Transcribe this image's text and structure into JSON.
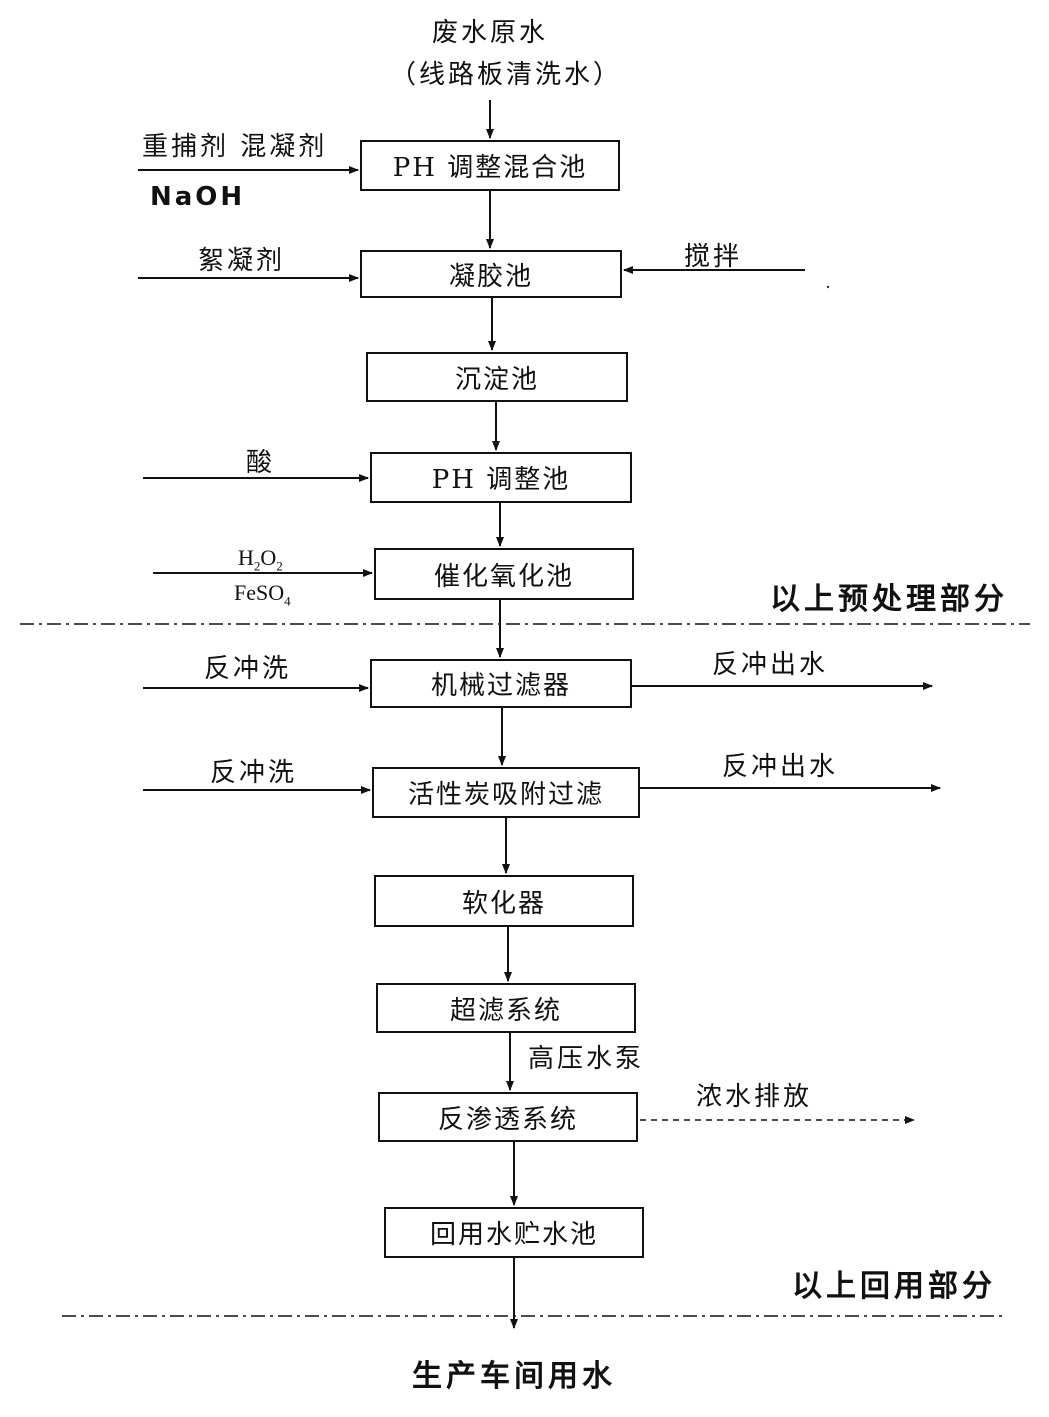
{
  "diagram": {
    "source_line1": "废水原水",
    "source_line2": "（线路板清洗水）",
    "nodes": [
      {
        "id": "ph-mix",
        "label": "PH 调整混合池"
      },
      {
        "id": "gel",
        "label": "凝胶池"
      },
      {
        "id": "settle",
        "label": "沉淀池"
      },
      {
        "id": "ph-adjust",
        "label": "PH 调整池"
      },
      {
        "id": "cat-ox",
        "label": "催化氧化池"
      },
      {
        "id": "mech-filter",
        "label": "机械过滤器"
      },
      {
        "id": "carbon",
        "label": "活性炭吸附过滤"
      },
      {
        "id": "softener",
        "label": "软化器"
      },
      {
        "id": "uf",
        "label": "超滤系统"
      },
      {
        "id": "ro",
        "label": "反渗透系统"
      },
      {
        "id": "tank",
        "label": "回用水贮水池"
      }
    ],
    "inputs": {
      "chelate_coag": "重捕剂  混凝剂",
      "naoh": "NaOH",
      "flocculant": "絮凝剂",
      "stirring": "搅拌",
      "acid": "酸",
      "h2o2": {
        "main": "H",
        "sub1": "2",
        "mid": "O",
        "sub2": "2"
      },
      "feso4": {
        "main": "FeSO",
        "sub": "4"
      },
      "backwash1": "反冲洗",
      "backwash2": "反冲洗"
    },
    "outputs": {
      "backwash_out1": "反冲出水",
      "backwash_out2": "反冲出水",
      "pump": "高压水泵",
      "concentrate": "浓水排放",
      "final": "生产车间用水"
    },
    "sections": {
      "pretreatment": "以上预处理部分",
      "reuse": "以上回用部分"
    }
  }
}
